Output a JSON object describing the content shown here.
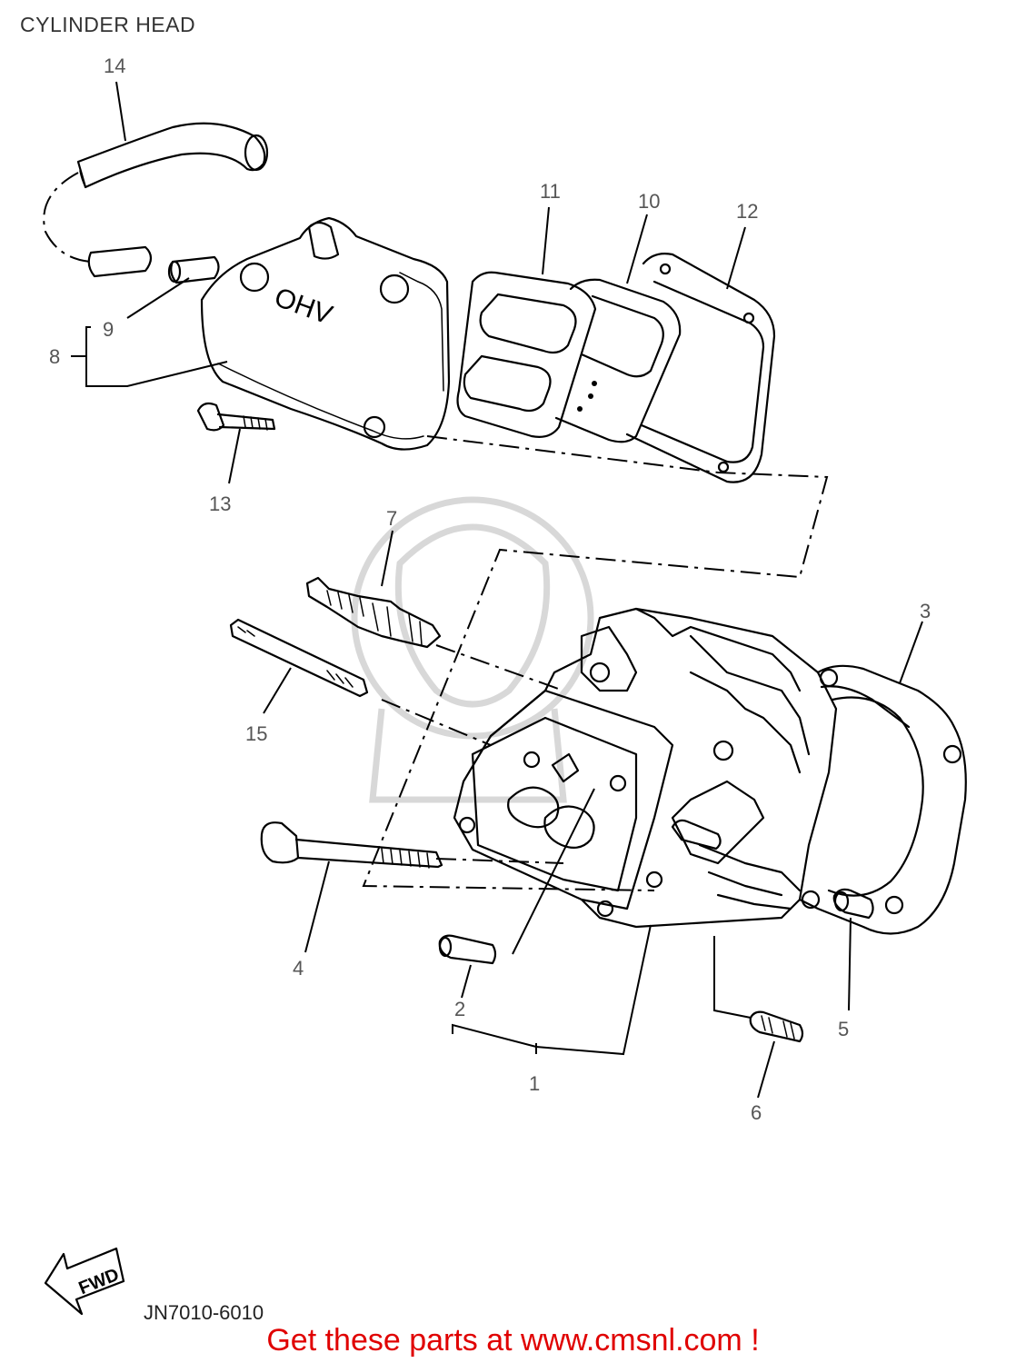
{
  "title": "CYLINDER HEAD",
  "diagram_code": "JN7010-6010",
  "fwd_label": "FWD",
  "footer": "Get these parts at www.cmsnl.com !",
  "callouts": {
    "c1": "1",
    "c2": "2",
    "c3": "3",
    "c4": "4",
    "c5": "5",
    "c6": "6",
    "c7": "7",
    "c8": "8",
    "c9": "9",
    "c10": "10",
    "c11": "11",
    "c12": "12",
    "c13": "13",
    "c14": "14",
    "c15": "15"
  }
}
